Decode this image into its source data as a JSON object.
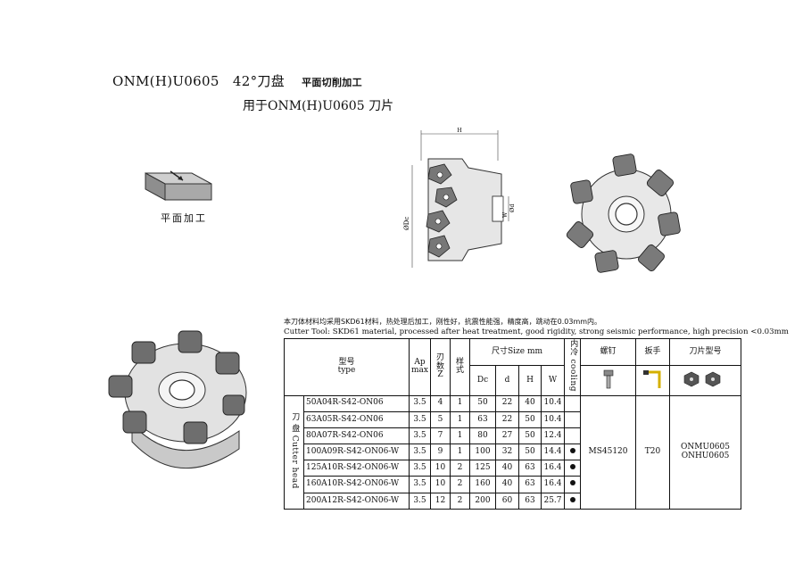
{
  "title": {
    "model": "ONM(H)U0605",
    "angle_cutter": "42°刀盘",
    "process": "平面切削加工",
    "line2": "用于ONM(H)U0605 刀片"
  },
  "flat_label": "平面加工",
  "drawing_labels": {
    "H": "H",
    "Dc": "ØDc",
    "d": "Ød",
    "W": "W"
  },
  "notes": {
    "cn": "本刀体材料均采用SKD61材料，热处理后加工，刚性好，抗震性能强，精度高，跳动在0.03mm内。",
    "en": "Cutter Tool: SKD61 material, processed after heat treatment, good rigidity, strong seismic performance, high precision <0.03mm"
  },
  "table": {
    "headers": {
      "type_cn": "型号",
      "type_en": "type",
      "ap": "Ap",
      "max": "max",
      "z_cn1": "刃",
      "z_cn2": "数",
      "z": "Z",
      "style_cn1": "样",
      "style_cn2": "式",
      "size": "尺寸Size  mm",
      "dc": "Dc",
      "d": "d",
      "h": "H",
      "w": "W",
      "cooling_cn": "内冷",
      "cooling_en": "cooling",
      "screw": "螺钉",
      "wrench": "扳手",
      "insert": "刀片型号"
    },
    "side_label": "刀  盘  Cutter head",
    "rows": [
      {
        "type": "50A04R-S42-ON06",
        "ap": "3.5",
        "z": "4",
        "style": "1",
        "dc": "50",
        "d": "22",
        "h": "40",
        "w": "10.4",
        "cooling": false
      },
      {
        "type": "63A05R-S42-ON06",
        "ap": "3.5",
        "z": "5",
        "style": "1",
        "dc": "63",
        "d": "22",
        "h": "50",
        "w": "10.4",
        "cooling": false
      },
      {
        "type": "80A07R-S42-ON06",
        "ap": "3.5",
        "z": "7",
        "style": "1",
        "dc": "80",
        "d": "27",
        "h": "50",
        "w": "12.4",
        "cooling": false
      },
      {
        "type": "100A09R-S42-ON06-W",
        "ap": "3.5",
        "z": "9",
        "style": "1",
        "dc": "100",
        "d": "32",
        "h": "50",
        "w": "14.4",
        "cooling": true
      },
      {
        "type": "125A10R-S42-ON06-W",
        "ap": "3.5",
        "z": "10",
        "style": "2",
        "dc": "125",
        "d": "40",
        "h": "63",
        "w": "16.4",
        "cooling": true
      },
      {
        "type": "160A10R-S42-ON06-W",
        "ap": "3.5",
        "z": "10",
        "style": "2",
        "dc": "160",
        "d": "40",
        "h": "63",
        "w": "16.4",
        "cooling": true
      },
      {
        "type": "200A12R-S42-ON06-W",
        "ap": "3.5",
        "z": "12",
        "style": "2",
        "dc": "200",
        "d": "60",
        "h": "63",
        "w": "25.7",
        "cooling": true
      }
    ],
    "screw_value": "MS45120",
    "wrench_value": "T20",
    "insert_value_1": "ONMU0605",
    "insert_value_2": "ONHU0605"
  }
}
